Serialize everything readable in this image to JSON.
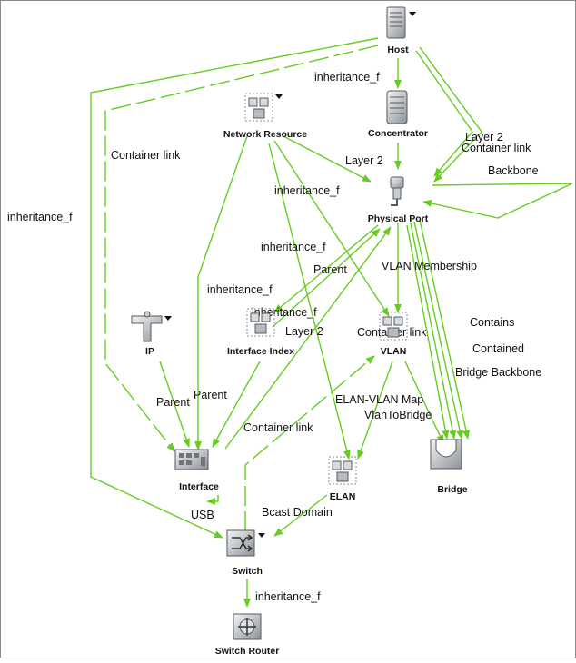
{
  "colors": {
    "edge": "#66cc22",
    "text": "#111111",
    "icon_fill": "#c9cdd2",
    "icon_stroke": "#555a60"
  },
  "nodes": {
    "host": {
      "label": "Host",
      "icon": "server-tower-icon"
    },
    "concentrator": {
      "label": "Concentrator",
      "icon": "server-tower-icon"
    },
    "network_resource": {
      "label": "Network Resource",
      "icon": "network-group-icon"
    },
    "physical_port": {
      "label": "Physical Port",
      "icon": "port-connector-icon"
    },
    "ip": {
      "label": "IP",
      "icon": "pipe-tap-icon"
    },
    "interface_index": {
      "label": "Interface Index",
      "icon": "network-group-icon"
    },
    "vlan": {
      "label": "VLAN",
      "icon": "network-group-icon"
    },
    "interface": {
      "label": "Interface",
      "icon": "circuit-card-icon"
    },
    "elan": {
      "label": "ELAN",
      "icon": "network-group-icon"
    },
    "bridge": {
      "label": "Bridge",
      "icon": "bridge-icon"
    },
    "switch": {
      "label": "Switch",
      "icon": "switch-arrows-icon"
    },
    "switch_router": {
      "label": "Switch Router",
      "icon": "router-icon"
    }
  },
  "edge_labels": {
    "inheritance_f_host_concentrator": "inheritance_f",
    "layer2_host": "Layer 2",
    "container_link_host": "Container link",
    "container_link_left": "Container link",
    "layer2_nr": "Layer 2",
    "backbone": "Backbone",
    "inheritance_f_left": "inheritance_f",
    "inheritance_f_nr": "inheritance_f",
    "inheritance_f_mid": "inheritance_f",
    "parent_port": "Parent",
    "vlan_membership": "VLAN Membership",
    "inheritance_f_ii": "inheritance_f",
    "inheritance_f_ii2": "inheritance_f",
    "layer2_ii": "Layer 2",
    "container_link_vlan": "Container link",
    "contains": "Contains",
    "contained": "Contained",
    "bridge_backbone": "Bridge Backbone",
    "parent_ip": "Parent",
    "parent_ii": "Parent",
    "elan_vlan_map": "ELAN-VLAN Map",
    "vlan_to_bridge": "VlanToBridge",
    "container_link_iface": "Container link",
    "usb": "USB",
    "bcast_domain": "Bcast Domain",
    "inheritance_f_switch": "inheritance_f"
  }
}
